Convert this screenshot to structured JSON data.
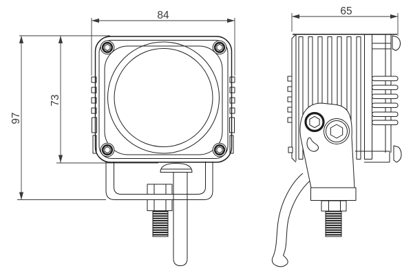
{
  "colors": {
    "background": "#ffffff",
    "line": "#1e1e1e",
    "dim": "#3a3a3a",
    "thread": "#161616"
  },
  "dimensions": {
    "front_width_mm": "84",
    "front_body_height_mm": "73",
    "front_total_height_mm": "97",
    "side_depth_mm": "65"
  }
}
